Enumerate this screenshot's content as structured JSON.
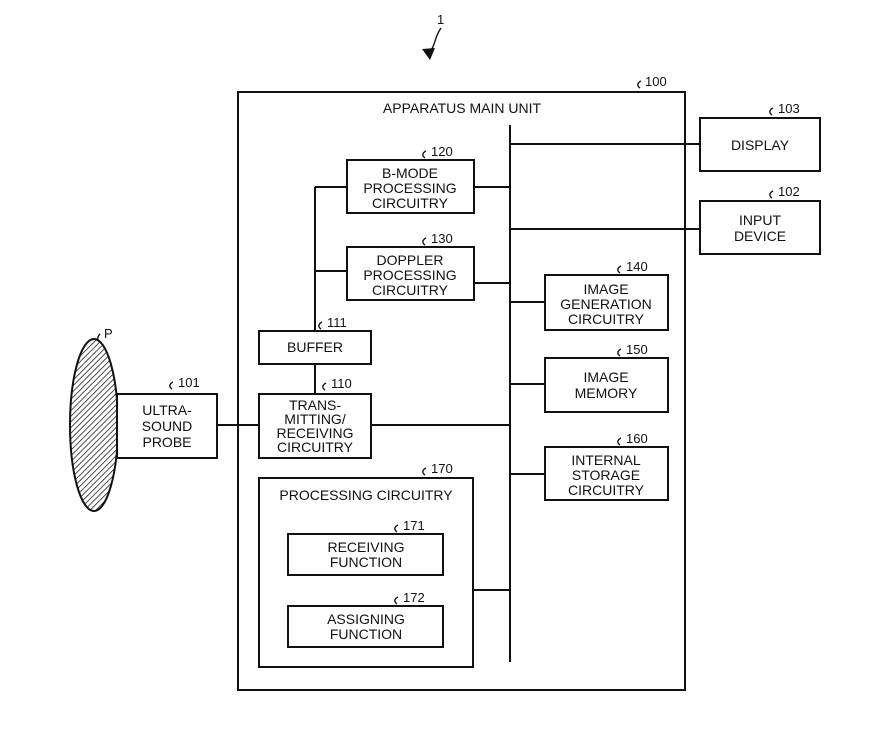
{
  "figure_ref": "1",
  "probe_target": "P",
  "main_unit": {
    "ref": "100",
    "title": "APPARATUS MAIN UNIT"
  },
  "display": {
    "ref": "103",
    "lines": [
      "DISPLAY"
    ]
  },
  "input_device": {
    "ref": "102",
    "lines": [
      "INPUT",
      "DEVICE"
    ]
  },
  "probe": {
    "ref": "101",
    "lines": [
      "ULTRA-",
      "SOUND",
      "PROBE"
    ]
  },
  "b_mode": {
    "ref": "120",
    "lines": [
      "B-MODE",
      "PROCESSING",
      "CIRCUITRY"
    ]
  },
  "doppler": {
    "ref": "130",
    "lines": [
      "DOPPLER",
      "PROCESSING",
      "CIRCUITRY"
    ]
  },
  "buffer": {
    "ref": "111",
    "lines": [
      "BUFFER"
    ]
  },
  "transmit_receive": {
    "ref": "110",
    "lines": [
      "TRANS-",
      "MITTING/",
      "RECEIVING",
      "CIRCUITRY"
    ]
  },
  "image_gen": {
    "ref": "140",
    "lines": [
      "IMAGE",
      "GENERATION",
      "CIRCUITRY"
    ]
  },
  "image_memory": {
    "ref": "150",
    "lines": [
      "IMAGE",
      "MEMORY"
    ]
  },
  "internal_storage": {
    "ref": "160",
    "lines": [
      "INTERNAL",
      "STORAGE",
      "CIRCUITRY"
    ]
  },
  "processing": {
    "ref": "170",
    "title": "PROCESSING CIRCUITRY"
  },
  "receiving_fn": {
    "ref": "171",
    "lines": [
      "RECEIVING",
      "FUNCTION"
    ]
  },
  "assigning_fn": {
    "ref": "172",
    "lines": [
      "ASSIGNING",
      "FUNCTION"
    ]
  }
}
